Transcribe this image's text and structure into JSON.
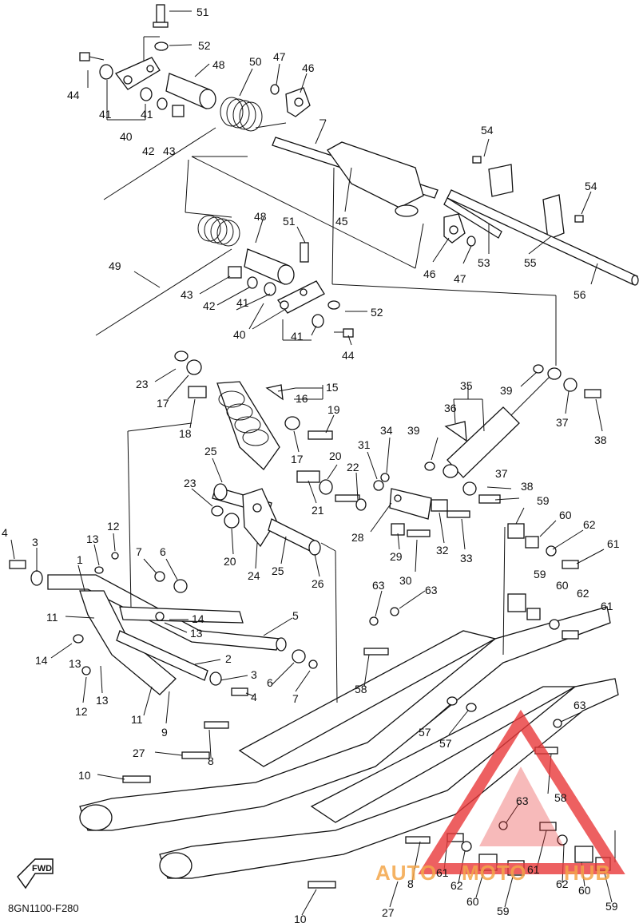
{
  "diagram": {
    "code": "8GN1100-F280",
    "fwd_label": "FWD",
    "watermark": {
      "part1": "AUTO",
      "part2": "MOTO",
      "part3": "HUB",
      "color_red": "#e8383a",
      "color_orange": "#f4a64a"
    },
    "labels": [
      {
        "text": "51"
      },
      {
        "text": "52"
      },
      {
        "text": "44"
      },
      {
        "text": "48"
      },
      {
        "text": "50"
      },
      {
        "text": "47"
      },
      {
        "text": "46"
      },
      {
        "text": "41"
      },
      {
        "text": "41"
      },
      {
        "text": "40"
      },
      {
        "text": "42"
      },
      {
        "text": "43"
      },
      {
        "text": "54"
      },
      {
        "text": "54"
      },
      {
        "text": "45"
      },
      {
        "text": "46"
      },
      {
        "text": "47"
      },
      {
        "text": "53"
      },
      {
        "text": "55"
      },
      {
        "text": "56"
      },
      {
        "text": "48"
      },
      {
        "text": "51"
      },
      {
        "text": "49"
      },
      {
        "text": "43"
      },
      {
        "text": "42"
      },
      {
        "text": "41"
      },
      {
        "text": "40"
      },
      {
        "text": "41"
      },
      {
        "text": "52"
      },
      {
        "text": "44"
      },
      {
        "text": "23"
      },
      {
        "text": "17"
      },
      {
        "text": "15"
      },
      {
        "text": "16"
      },
      {
        "text": "18"
      },
      {
        "text": "19"
      },
      {
        "text": "17"
      },
      {
        "text": "35"
      },
      {
        "text": "36"
      },
      {
        "text": "39"
      },
      {
        "text": "37"
      },
      {
        "text": "38"
      },
      {
        "text": "34"
      },
      {
        "text": "39"
      },
      {
        "text": "31"
      },
      {
        "text": "22"
      },
      {
        "text": "20"
      },
      {
        "text": "21"
      },
      {
        "text": "25"
      },
      {
        "text": "23"
      },
      {
        "text": "37"
      },
      {
        "text": "38"
      },
      {
        "text": "59"
      },
      {
        "text": "60"
      },
      {
        "text": "62"
      },
      {
        "text": "61"
      },
      {
        "text": "28"
      },
      {
        "text": "32"
      },
      {
        "text": "33"
      },
      {
        "text": "29"
      },
      {
        "text": "30"
      },
      {
        "text": "20"
      },
      {
        "text": "24"
      },
      {
        "text": "25"
      },
      {
        "text": "26"
      },
      {
        "text": "4"
      },
      {
        "text": "3"
      },
      {
        "text": "1"
      },
      {
        "text": "13"
      },
      {
        "text": "12"
      },
      {
        "text": "7"
      },
      {
        "text": "6"
      },
      {
        "text": "11"
      },
      {
        "text": "14"
      },
      {
        "text": "13"
      },
      {
        "text": "5"
      },
      {
        "text": "14"
      },
      {
        "text": "13"
      },
      {
        "text": "12"
      },
      {
        "text": "13"
      },
      {
        "text": "11"
      },
      {
        "text": "9"
      },
      {
        "text": "2"
      },
      {
        "text": "3"
      },
      {
        "text": "6"
      },
      {
        "text": "4"
      },
      {
        "text": "7"
      },
      {
        "text": "63"
      },
      {
        "text": "63"
      },
      {
        "text": "59"
      },
      {
        "text": "60"
      },
      {
        "text": "62"
      },
      {
        "text": "61"
      },
      {
        "text": "58"
      },
      {
        "text": "57"
      },
      {
        "text": "57"
      },
      {
        "text": "63"
      },
      {
        "text": "8"
      },
      {
        "text": "27"
      },
      {
        "text": "10"
      },
      {
        "text": "58"
      },
      {
        "text": "63"
      },
      {
        "text": "61"
      },
      {
        "text": "62"
      },
      {
        "text": "60"
      },
      {
        "text": "59"
      },
      {
        "text": "8"
      },
      {
        "text": "27"
      },
      {
        "text": "10"
      },
      {
        "text": "61"
      },
      {
        "text": "62"
      },
      {
        "text": "60"
      },
      {
        "text": "59"
      }
    ]
  }
}
